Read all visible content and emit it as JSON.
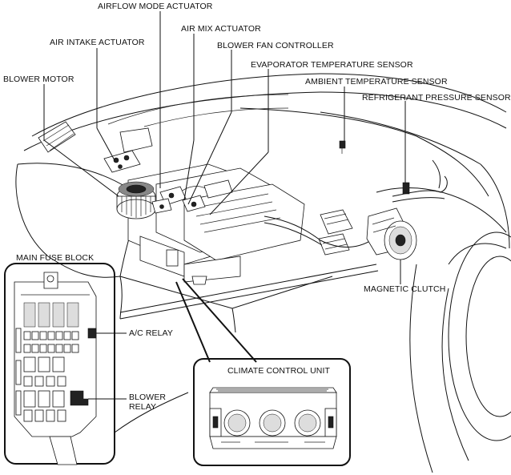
{
  "labels": {
    "airflow_mode_actuator": "AIRFLOW MODE ACTUATOR",
    "air_intake_actuator": "AIR INTAKE ACTUATOR",
    "air_mix_actuator": "AIR MIX ACTUATOR",
    "blower_fan_controller": "BLOWER FAN CONTROLLER",
    "evaporator_temperature_sensor": "EVAPORATOR TEMPERATURE SENSOR",
    "blower_motor": "BLOWER MOTOR",
    "ambient_temperature_sensor": "AMBIENT TEMPERATURE SENSOR",
    "refrigerant_pressure_sensor": "REFRIGERANT PRESSURE SENSOR",
    "magnetic_clutch": "MAGNETIC CLUTCH",
    "main_fuse_block": "MAIN FUSE BLOCK",
    "ac_relay": "A/C RELAY",
    "blower_relay_line1": "BLOWER",
    "blower_relay_line2": "RELAY",
    "climate_control_unit": "CLIMATE CONTROL UNIT"
  }
}
